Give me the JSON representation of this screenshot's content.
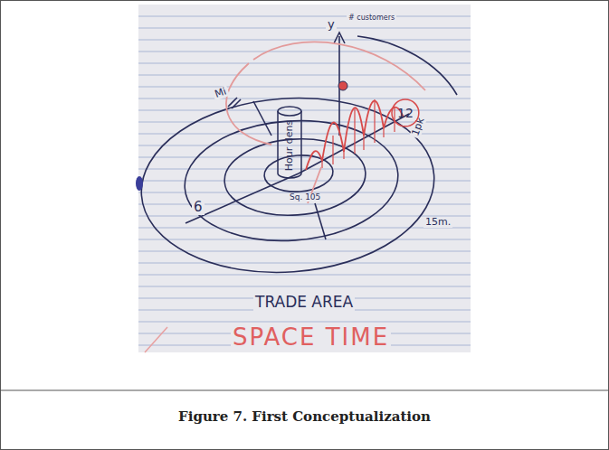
{
  "diagram": {
    "caption": "Figure 7. First Conceptualization",
    "nodes": [
      {
        "text": [
          "Hour dens"
        ]
      },
      {
        "text": [
          "12"
        ]
      }
    ],
    "labels": [
      "y",
      "# customers",
      "1pk",
      "6",
      "Sq. 105",
      "Mi",
      "15m.",
      "TRADE AREA",
      "SPACE TIME"
    ]
  }
}
